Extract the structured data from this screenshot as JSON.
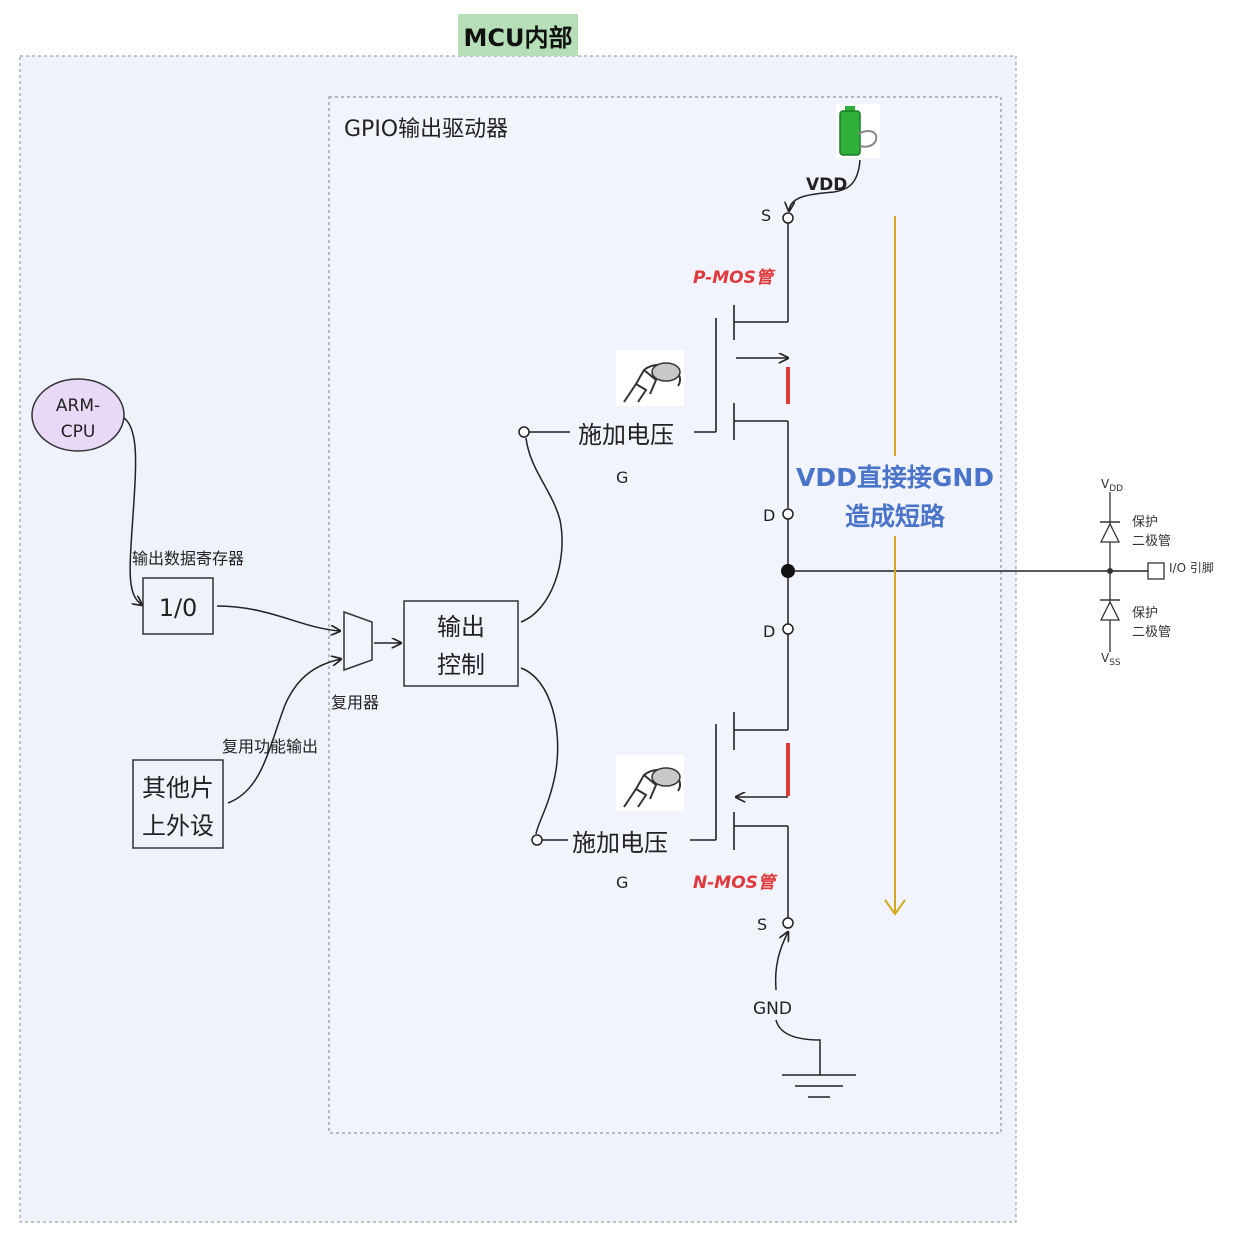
{
  "mcu_label": "MCU内部",
  "gpio_label": "GPIO输出驱动器",
  "cpu": {
    "line1": "ARM-",
    "line2": "CPU"
  },
  "odr_label": "输出数据寄存器",
  "odr_value": "1/0",
  "mux_label": "复用器",
  "alt_func_label": "复用功能输出",
  "peripheral": {
    "line1": "其他片",
    "line2": "上外设"
  },
  "output_control": {
    "line1": "输出",
    "line2": "控制"
  },
  "pmos": {
    "label": "P-MOS管",
    "gate_text": "施加电压",
    "g": "G",
    "s": "S",
    "d": "D"
  },
  "nmos": {
    "label": "N-MOS管",
    "gate_text": "施加电压",
    "g": "G",
    "s": "S",
    "d": "D"
  },
  "vdd_label": "VDD",
  "gnd_label": "GND",
  "short_text": {
    "line1": "VDD直接接GND",
    "line2": "造成短路"
  },
  "protection": {
    "vdd_label": "V",
    "vdd_sub": "DD",
    "vss_label": "V",
    "vss_sub": "SS",
    "diode1_line1": "保护",
    "diode1_line2": "二极管",
    "diode2_line1": "保护",
    "diode2_line2": "二极管",
    "pin_label": "I/O 引脚"
  },
  "colors": {
    "background": "#eef2fb",
    "mcu_tag": "#b6dfb8",
    "cpu_fill": "#e8d9f6",
    "mos_label": "#e0393b",
    "short_text": "#4a74c9",
    "arrow": "#d6a820",
    "battery": "#2eb03a"
  }
}
